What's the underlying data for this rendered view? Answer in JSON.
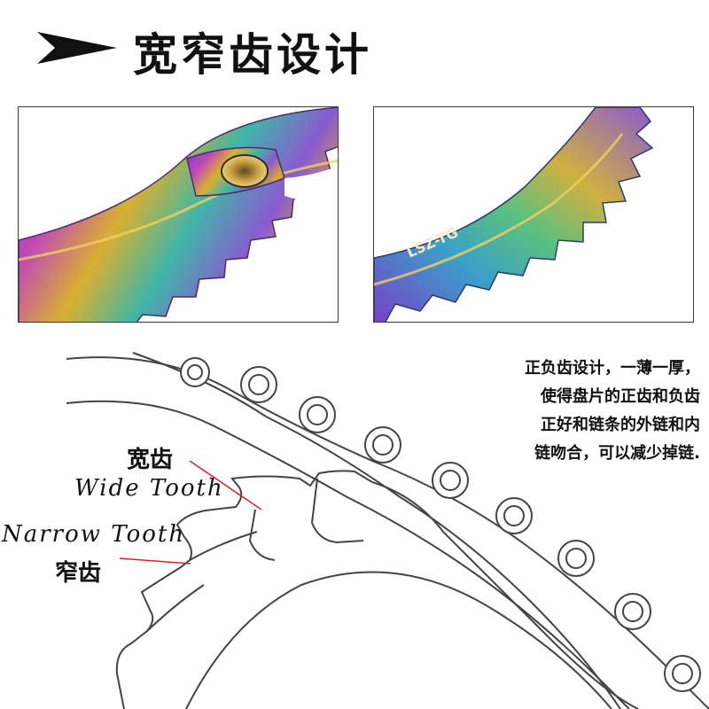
{
  "header": {
    "title": "宽窄齿设计",
    "icon": "arrow-head-icon"
  },
  "photos": [
    {
      "name": "chainring-photo-left"
    },
    {
      "name": "chainring-photo-right",
      "engraving": "LSZ-TG"
    }
  ],
  "description": {
    "lines": [
      "正负齿设计，一薄一厚，",
      "使得盘片的正齿和负齿",
      "正好和链条的外链和内",
      "链吻合，可以减少掉链."
    ]
  },
  "labels": {
    "wide_cn": "宽齿",
    "wide_en": "Wide Tooth",
    "narrow_en": "Narrow Tooth",
    "narrow_cn": "窄齿"
  },
  "colors": {
    "accent": "#e02020",
    "line": "#444444",
    "text": "#111111"
  }
}
